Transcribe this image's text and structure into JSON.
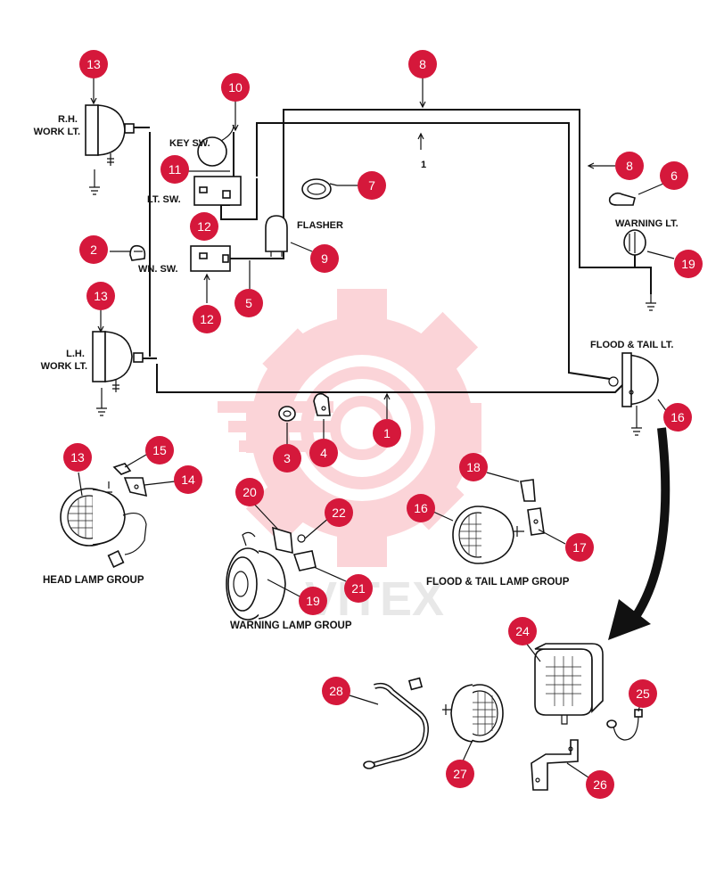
{
  "labels": {
    "rh_work_lt": [
      "R.H.",
      "WORK LT."
    ],
    "lh_work_lt": [
      "L.H.",
      "WORK LT."
    ],
    "key_sw": "KEY SW.",
    "lt_sw": "LT. SW.",
    "wn_sw": "WN. SW.",
    "flasher": "FLASHER",
    "warning_lt": "WARNING LT.",
    "flood_tail_lt": "FLOOD & TAIL LT.",
    "wire_1": "1"
  },
  "groups": {
    "head": "HEAD LAMP GROUP",
    "warning": "WARNING LAMP GROUP",
    "flood": "FLOOD & TAIL LAMP GROUP"
  },
  "watermark": "VITEX",
  "colors": {
    "callout": "#d5183b",
    "line": "#111111",
    "watermark": "#f04050"
  },
  "callouts": [
    "13",
    "10",
    "8",
    "11",
    "12",
    "7",
    "8",
    "6",
    "2",
    "9",
    "19",
    "12",
    "5",
    "13",
    "16",
    "1",
    "3",
    "4",
    "13",
    "15",
    "14",
    "20",
    "22",
    "18",
    "16",
    "17",
    "19",
    "21",
    "24",
    "28",
    "25",
    "27",
    "26"
  ]
}
